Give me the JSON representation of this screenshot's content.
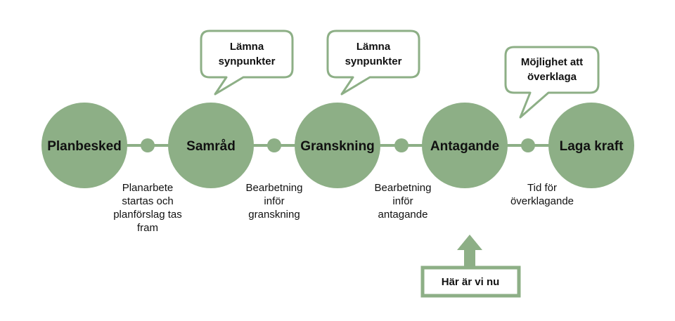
{
  "colors": {
    "accent": "#8daf86",
    "line": "#8daf86",
    "text": "#111111",
    "background": "#ffffff"
  },
  "stages": [
    {
      "label": "Planbesked"
    },
    {
      "label": "Samråd"
    },
    {
      "label": "Granskning"
    },
    {
      "label": "Antagande"
    },
    {
      "label": "Laga kraft"
    }
  ],
  "callouts": [
    {
      "lines": [
        "Lämna",
        "synpunkter"
      ]
    },
    {
      "lines": [
        "Lämna",
        "synpunkter"
      ]
    },
    {
      "lines": [
        "Möjlighet att",
        "överklaga"
      ]
    }
  ],
  "steps": [
    {
      "lines": [
        "Planarbete",
        "startas och",
        "planförslag tas",
        "fram"
      ]
    },
    {
      "lines": [
        "Bearbetning",
        "inför",
        "granskning"
      ]
    },
    {
      "lines": [
        "Bearbetning",
        "inför",
        "antagande"
      ]
    },
    {
      "lines": [
        "Tid för",
        "överklagande"
      ]
    }
  ],
  "marker": {
    "label": "Här är vi nu",
    "icon": "arrow-up-icon"
  }
}
